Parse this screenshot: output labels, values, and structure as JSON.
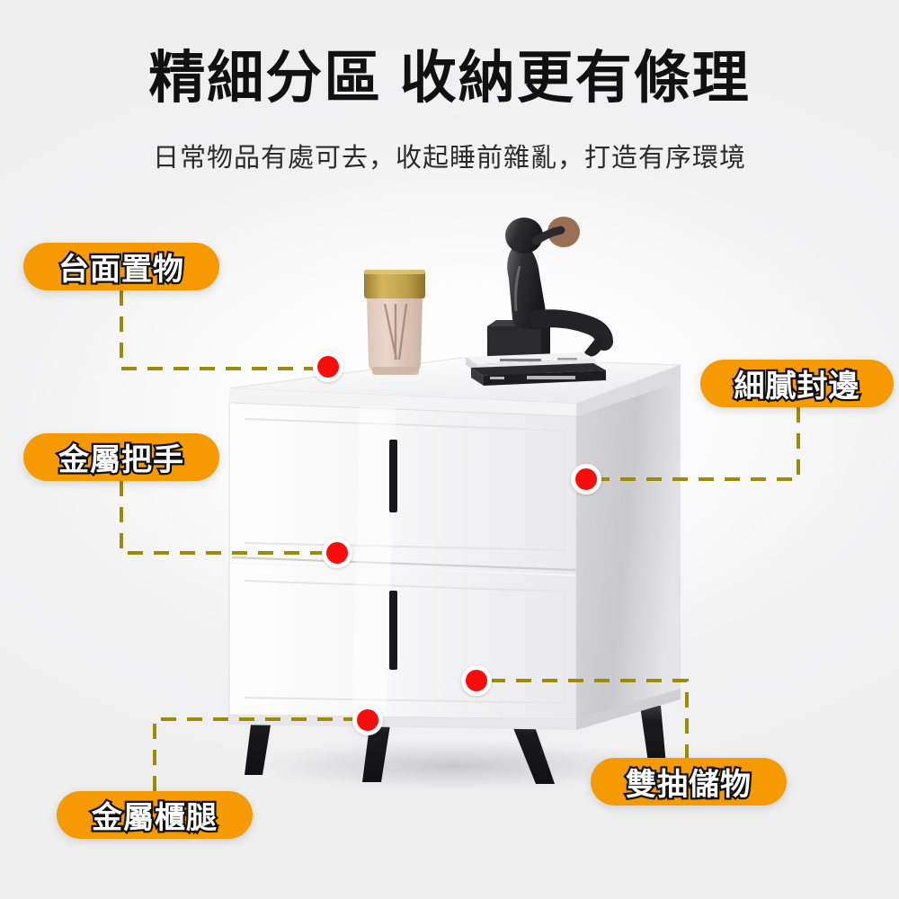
{
  "page": {
    "background_color": "#f0f0f1",
    "accent_color": "#f59a00",
    "marker_color": "#fb0c0c",
    "connector_color": "#9a8c06"
  },
  "header": {
    "title": "精細分區 收納更有條理",
    "subtitle": "日常物品有處可去，收起睡前雜亂，打造有序環境"
  },
  "callouts": [
    {
      "id": "countertop",
      "label": "台面置物"
    },
    {
      "id": "metal-handle",
      "label": "金屬把手"
    },
    {
      "id": "edge-banding",
      "label": "細膩封邊"
    },
    {
      "id": "dual-drawer",
      "label": "雙抽儲物"
    },
    {
      "id": "metal-legs",
      "label": "金屬櫃腿"
    }
  ],
  "product": {
    "name": "白色雙抽床頭櫃",
    "decor": [
      {
        "name": "玻璃花瓶"
      },
      {
        "name": "人形擺件"
      },
      {
        "name": "書本"
      }
    ]
  }
}
